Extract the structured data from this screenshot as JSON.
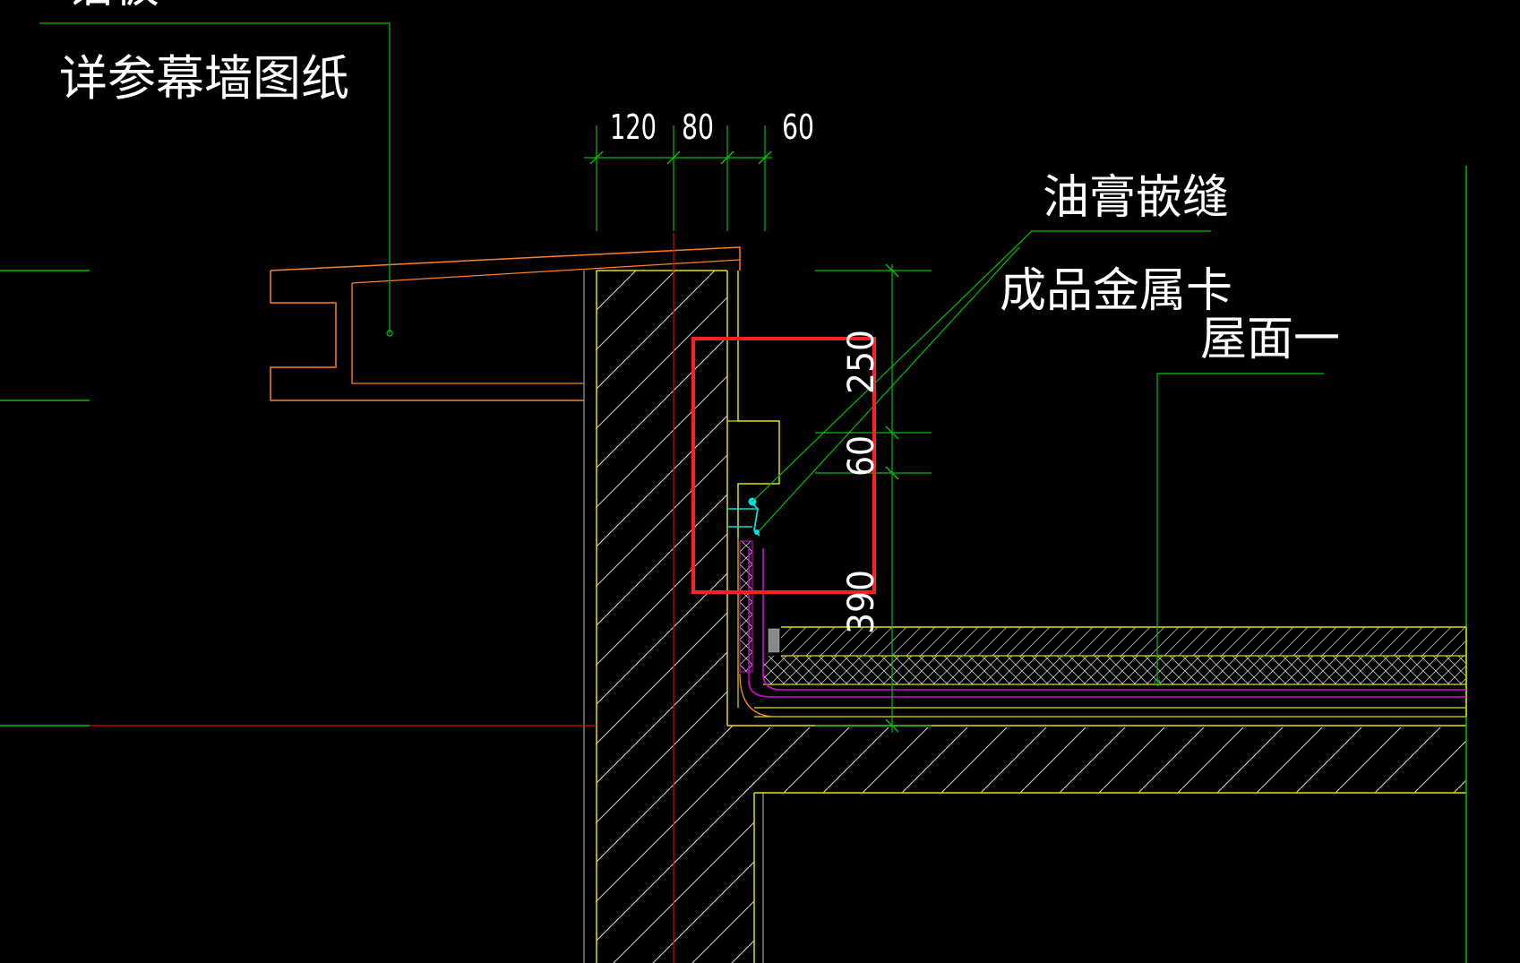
{
  "drawing": {
    "top_partial_label": "铝板",
    "labels": {
      "curtain_wall_ref": "详参幕墙图纸",
      "sealant_joint": "油膏嵌缝",
      "metal_clip": "成品金属卡",
      "roof_type": "屋面一"
    },
    "dimensions": {
      "horizontal": [
        "120",
        "80",
        "60"
      ],
      "vertical": [
        "250",
        "60",
        "390"
      ]
    },
    "colors": {
      "background": "#000000",
      "leader": "#00c000",
      "structure": "#e0e000",
      "flashing": "#ff8020",
      "axis": "#e00000",
      "membrane": "#e000e0",
      "clip": "#00e0e0",
      "highlight": "#ff2020",
      "text": "#ffffff"
    }
  }
}
